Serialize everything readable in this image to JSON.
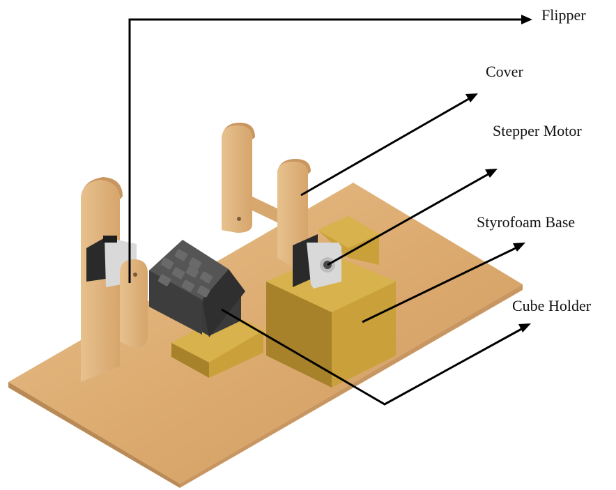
{
  "labels": {
    "flipper": "Flipper",
    "cover": "Cover",
    "stepper_motor": "Stepper Motor",
    "styrofoam_base": "Styrofoam Base",
    "cube_holder": "Cube Holder"
  },
  "colors": {
    "wood_light": "#e3b884",
    "wood_mid": "#d4a36a",
    "wood_dark": "#b98a55",
    "styrofoam_front": "#c9a03a",
    "styrofoam_top": "#d8b24c",
    "styrofoam_side": "#a7822a",
    "motor_body": "#2a2a2a",
    "motor_plate": "#d9d9d9",
    "cube_body": "#4a4a4a",
    "cube_face": "#6a6a6a",
    "leader": "#000000"
  }
}
